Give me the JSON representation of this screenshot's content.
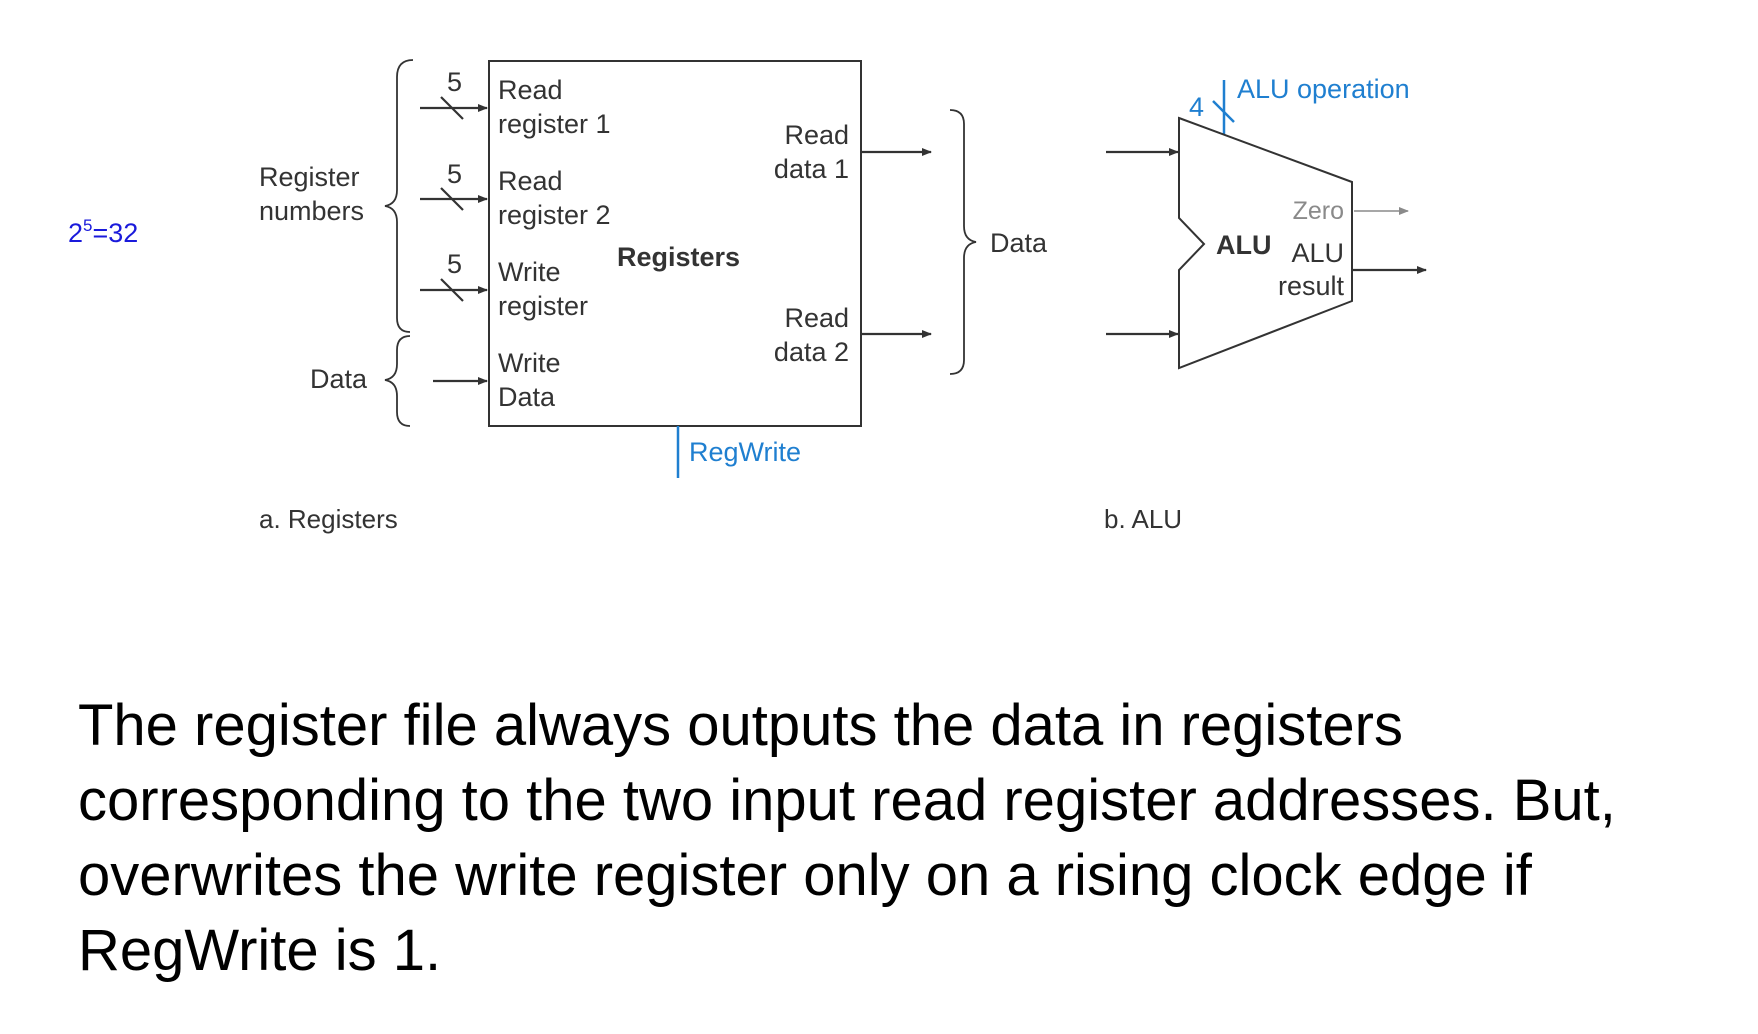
{
  "side_note": {
    "base": "2",
    "exponent": "5",
    "rest": "=32"
  },
  "registers_diagram": {
    "group_label_line1": "Register",
    "group_label_line2": "numbers",
    "data_label": "Data",
    "bus_width_1": "5",
    "bus_width_2": "5",
    "bus_width_3": "5",
    "read_register_1_line1": "Read",
    "read_register_1_line2": "register 1",
    "read_register_2_line1": "Read",
    "read_register_2_line2": "register 2",
    "write_register_line1": "Write",
    "write_register_line2": "register",
    "write_data_line1": "Write",
    "write_data_line2": "Data",
    "block_title": "Registers",
    "read_data_1_line1": "Read",
    "read_data_1_line2": "data 1",
    "read_data_2_line1": "Read",
    "read_data_2_line2": "data 2",
    "output_label": "Data",
    "control_signal": "RegWrite",
    "caption": "a. Registers"
  },
  "alu_diagram": {
    "operation_width": "4",
    "operation_label": "ALU operation",
    "block_title": "ALU",
    "zero_label": "Zero",
    "result_line1": "ALU",
    "result_line2": "result",
    "caption": "b. ALU"
  },
  "explanation": {
    "text": "The register file always outputs the data in registers corresponding to the two input read register addresses. But, overwrites the write register only on a rising clock edge if RegWrite is 1."
  },
  "colors": {
    "control_signal": "#1f7fd0",
    "side_note": "#1a1adb",
    "zero_output": "#8a8a8a"
  }
}
